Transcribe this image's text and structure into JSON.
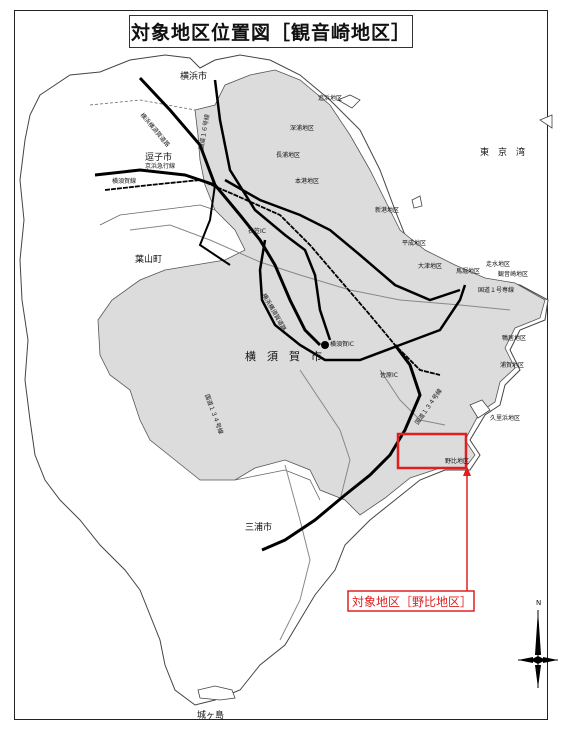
{
  "title": "対象地区位置図［観音崎地区］",
  "labels": {
    "yokohama": "横浜市",
    "tokyo_bay": "東　京　湾",
    "zushi": "逗子市",
    "hayama": "葉山町",
    "yokosuka": "横　須　賀　市",
    "miura": "三浦市",
    "jogashima": "城ヶ島",
    "oppama": "追浜地区",
    "fukaura": "深浦地区",
    "nagaura": "長浦地区",
    "honcho": "本港地区",
    "shinko": "新港地区",
    "hirasaka": "平成地区",
    "otsu": "大津地区",
    "mabori": "馬堀地区",
    "hashirimizu": "走水地区",
    "kannonzaki": "観音崎地区",
    "kamoi": "鴨居地区",
    "uraga": "浦賀地区",
    "kurihama": "久里浜地区",
    "nobi": "野比地区",
    "target": "対象地区［野比地区］",
    "yokosuka_ic": "横須賀IC",
    "kinugasa_ic": "衣笠IC",
    "shimoda_ic": "佐原IC",
    "route16": "国道１６号線",
    "route134": "国道１３４号線",
    "route134b": "国道１３４号線",
    "route1": "国道１号専線",
    "yokoyoko": "横浜横須賀道路",
    "keikyu": "京浜急行線",
    "jr": "横須賀線",
    "yokoyoko2": "横浜横須賀道路",
    "north": "N"
  },
  "colors": {
    "land_shade": "#dcdcdc",
    "highlight": "#e02020",
    "road": "#000000",
    "minor_road": "#888888"
  }
}
